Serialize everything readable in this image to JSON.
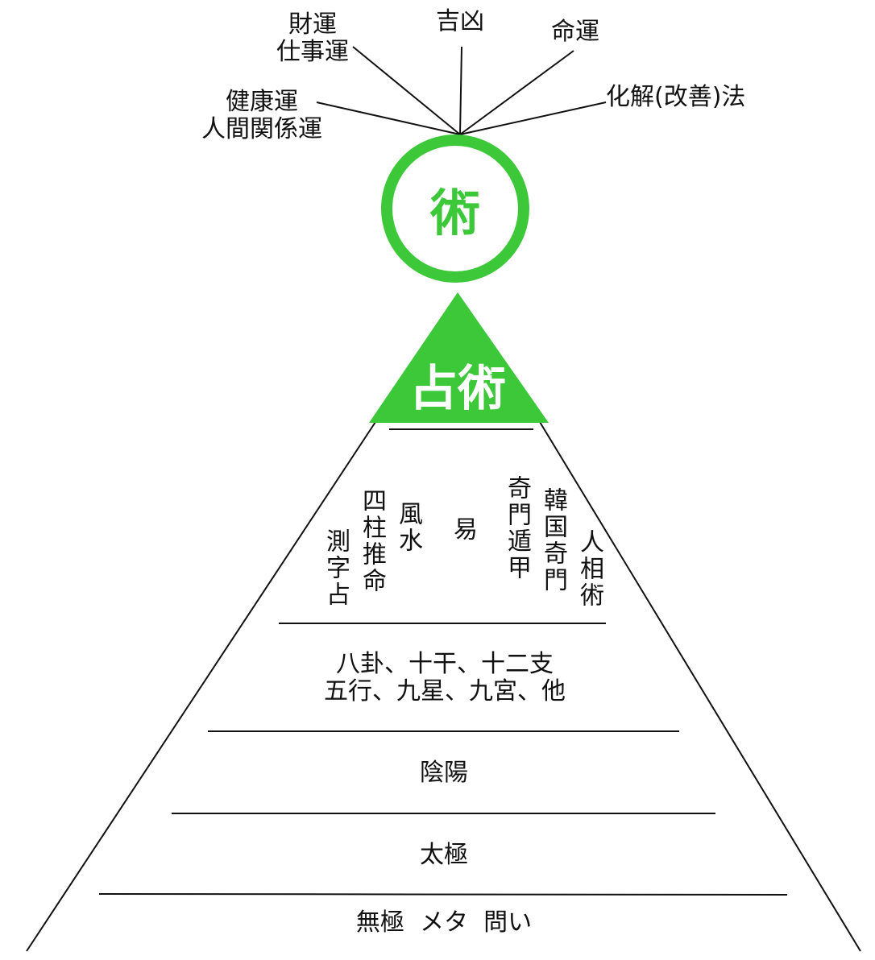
{
  "colors": {
    "accent": "#3cc839",
    "line": "#111111",
    "background": "#ffffff"
  },
  "outcomes": {
    "wealth": "財運\n仕事運",
    "fortune": "吉凶",
    "destiny": "命運",
    "health": "健康運\n人間関係運",
    "remedy": "化解(改善)法"
  },
  "circle_label": "術",
  "triangle_label": "占術",
  "techniques": {
    "sokujisen": "測字占",
    "shichusuimei": "四柱推命",
    "fusui": "風水",
    "eki": "易",
    "kimon_tonko": "奇門遁甲",
    "kankoku_kimon": "韓国奇門",
    "ninsojutsu": "人相術"
  },
  "layers": {
    "elements": "八卦、十干、十二支\n五行、九星、九宮、他",
    "yinyang": "陰陽",
    "taikyoku": "太極",
    "mukyoku": "無極  メタ  問い"
  }
}
